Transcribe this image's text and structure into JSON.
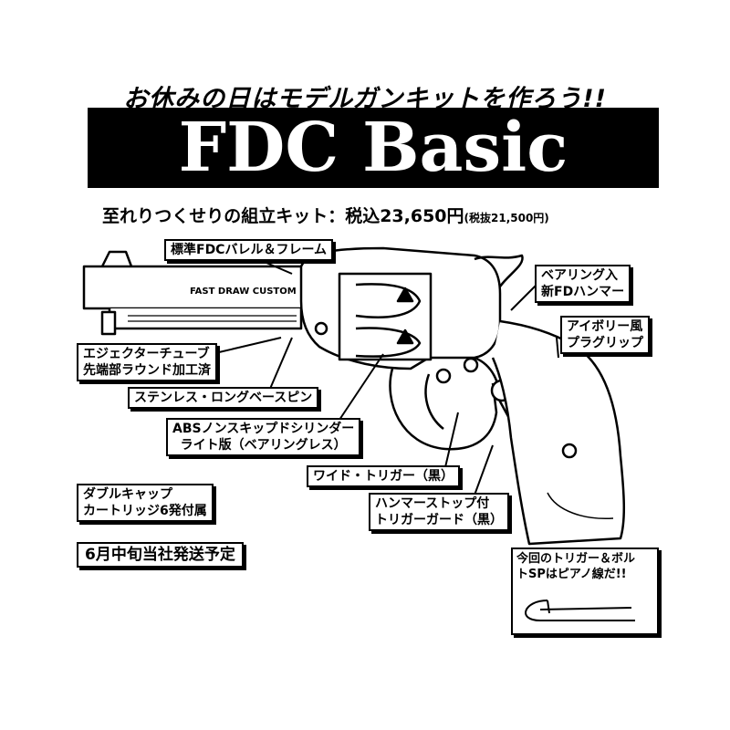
{
  "headline": "お休みの日はモデルガンキットを作ろう!!",
  "title": "FDC Basic",
  "price": {
    "main": "至れりつくせりの組立キット：税込23,650円",
    "sub": "(税抜21,500円)"
  },
  "engraving": "FAST DRAW CUSTOM",
  "labels": {
    "barrel_frame": "標準FDCバレル＆フレーム",
    "bearing_hammer_1": "ベアリング入",
    "bearing_hammer_2": "新FDハンマー",
    "ivory_grip_1": "アイボリー風",
    "ivory_grip_2": "プラグリップ",
    "ejector_1": "エジェクターチューブ",
    "ejector_2": "先端部ラウンド加工済",
    "base_pin": "ステンレス・ロングベースピン",
    "cylinder_1": "ABSノンスキップドシリンダー",
    "cylinder_2": "ライト版（ベアリングレス）",
    "trigger": "ワイド・トリガー（黒）",
    "guard_1": "ハンマーストップ付",
    "guard_2": "トリガーガード（黒）",
    "cartridge_1": "ダブルキャップ",
    "cartridge_2": "カートリッジ6発付属"
  },
  "shipping": "6月中旬当社発送予定",
  "inset": {
    "line1": "今回のトリガー＆ボル",
    "line2": "トSPはピアノ線だ!!"
  }
}
